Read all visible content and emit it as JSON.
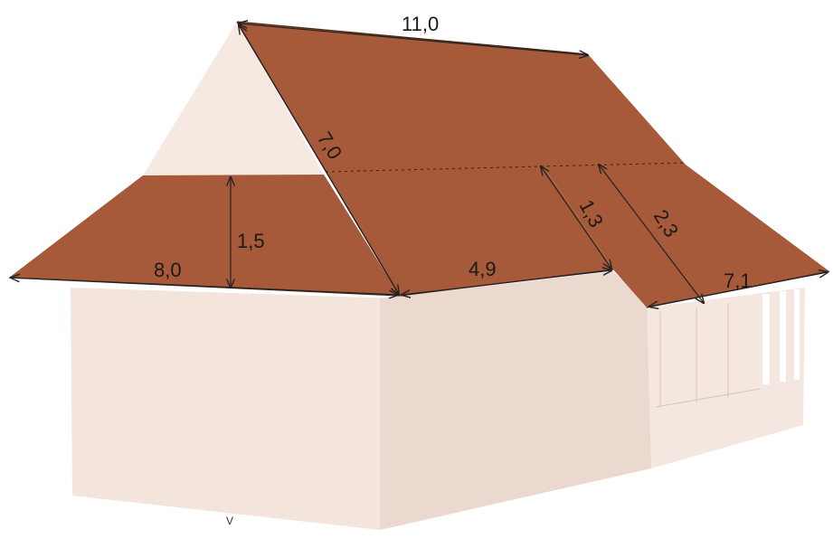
{
  "colors": {
    "roof": "#A65A3A",
    "wall": "#F3E4DC",
    "wall_shadow": "#EBD8CE",
    "gable": "#F6E9E2",
    "line": "#222222"
  },
  "dimensions": {
    "ridge_length": "11,0",
    "rafter_length": "7,0",
    "hip_height": "1,5",
    "left_eave": "8,0",
    "front_eave": "4,9",
    "porch_depth_inner": "1,3",
    "porch_depth_outer": "2,3",
    "porch_eave": "7,1"
  },
  "annotations": {
    "bottom_mark": "V"
  }
}
